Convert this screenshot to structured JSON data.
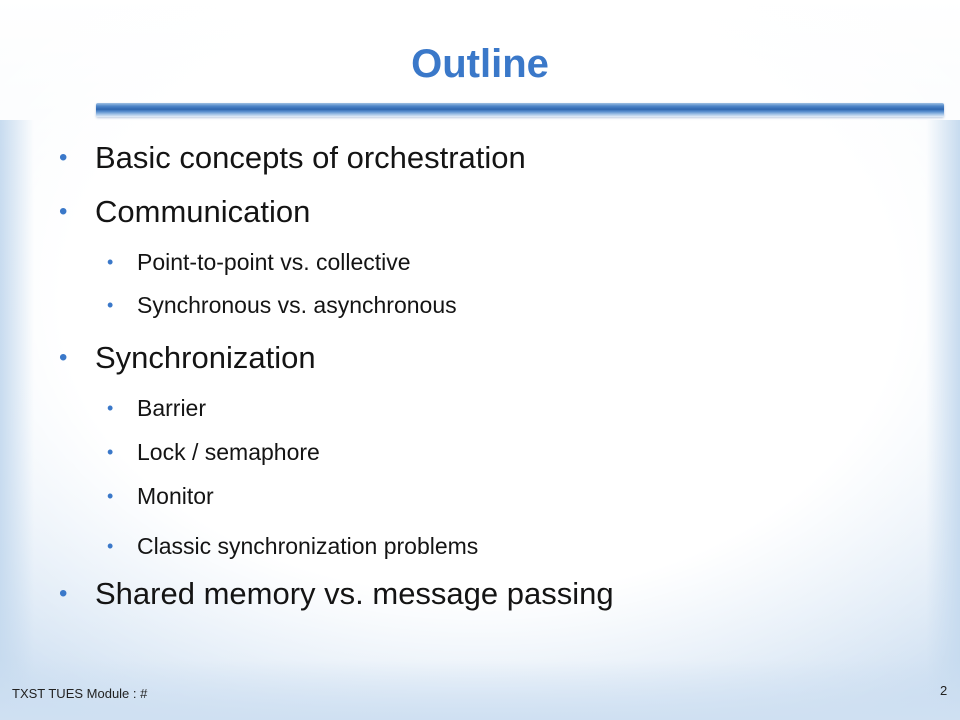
{
  "slide": {
    "title": "Outline",
    "bullets": [
      {
        "text": "Basic concepts of orchestration",
        "level": 1
      },
      {
        "text": "Communication",
        "level": 1
      },
      {
        "text": "Point-to-point vs. collective",
        "level": 2
      },
      {
        "text": "Synchronous vs. asynchronous",
        "level": 2
      },
      {
        "text": "Synchronization",
        "level": 1
      },
      {
        "text": "Barrier",
        "level": 2
      },
      {
        "text": "Lock / semaphore",
        "level": 2
      },
      {
        "text": "Monitor",
        "level": 2
      },
      {
        "text": "Classic synchronization problems",
        "level": 2
      },
      {
        "text": "Shared memory vs. message passing",
        "level": 1
      }
    ],
    "bullet_glyph": "•",
    "footer": "TXST TUES Module : #",
    "page_number": "2"
  },
  "colors": {
    "title": "#3a78c9",
    "bullet": "#3a78c9",
    "body_text": "#141414",
    "rule": "#2f67b0"
  }
}
